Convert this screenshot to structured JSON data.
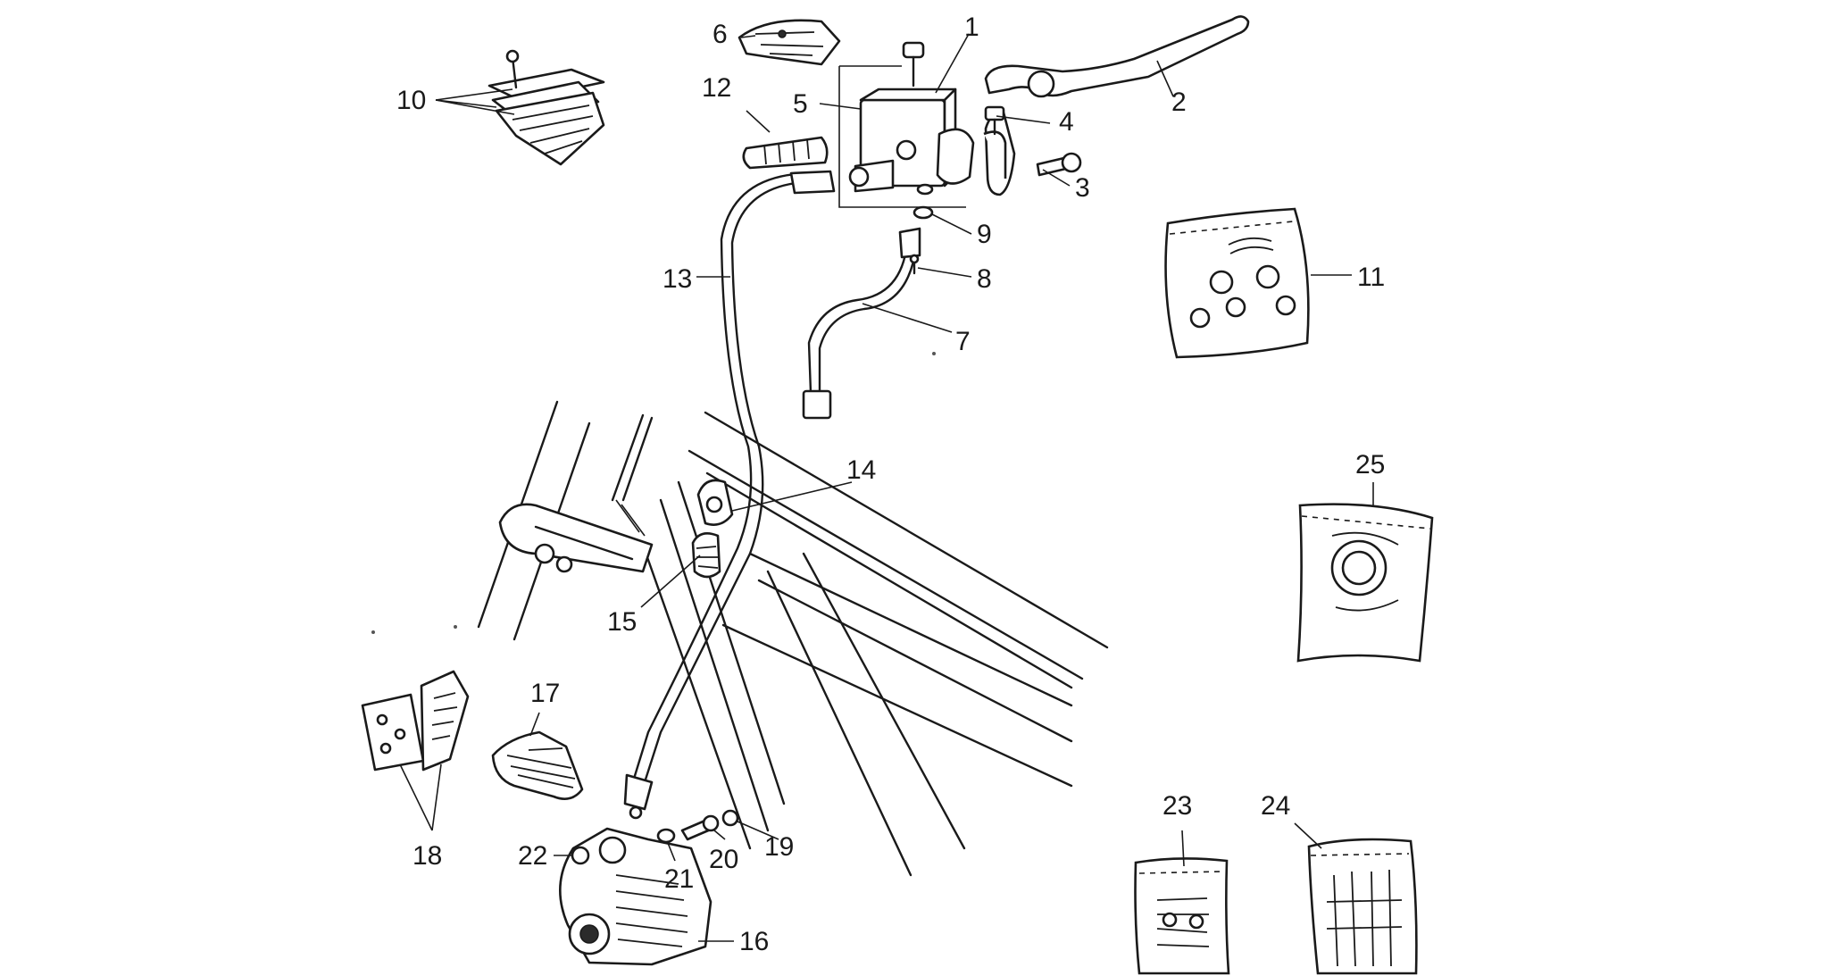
{
  "diagram": {
    "background": "#ffffff",
    "ink": "#1a1a1a",
    "labels": [
      {
        "id": "1",
        "text": "1"
      },
      {
        "id": "2",
        "text": "2"
      },
      {
        "id": "3",
        "text": "3"
      },
      {
        "id": "4",
        "text": "4"
      },
      {
        "id": "5",
        "text": "5"
      },
      {
        "id": "6",
        "text": "6"
      },
      {
        "id": "7",
        "text": "7"
      },
      {
        "id": "8",
        "text": "8"
      },
      {
        "id": "9",
        "text": "9"
      },
      {
        "id": "10",
        "text": "10"
      },
      {
        "id": "11",
        "text": "11"
      },
      {
        "id": "12",
        "text": "12"
      },
      {
        "id": "13",
        "text": "13"
      },
      {
        "id": "14",
        "text": "14"
      },
      {
        "id": "15",
        "text": "15"
      },
      {
        "id": "16",
        "text": "16"
      },
      {
        "id": "17",
        "text": "17"
      },
      {
        "id": "18",
        "text": "18"
      },
      {
        "id": "19",
        "text": "19"
      },
      {
        "id": "20",
        "text": "20"
      },
      {
        "id": "21",
        "text": "21"
      },
      {
        "id": "22",
        "text": "22"
      },
      {
        "id": "23",
        "text": "23"
      },
      {
        "id": "24",
        "text": "24"
      },
      {
        "id": "25",
        "text": "25"
      }
    ]
  }
}
